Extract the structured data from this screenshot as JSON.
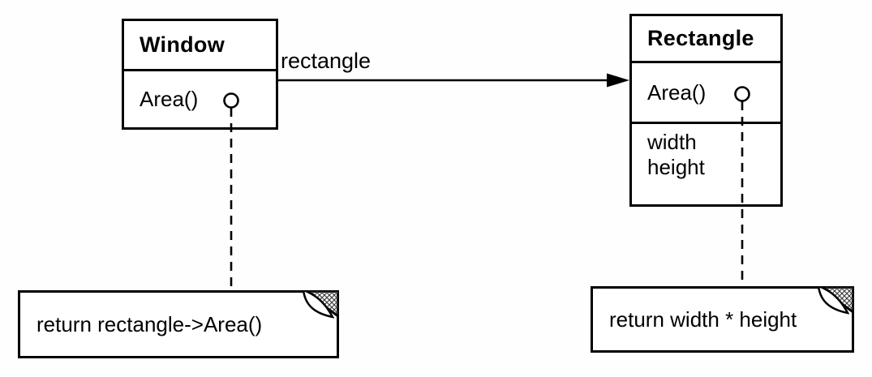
{
  "colors": {
    "ink": "#000000",
    "paper": "#ffffff",
    "fold_hatch": "#444444"
  },
  "classes": {
    "window": {
      "name": "Window",
      "operations": [
        "Area()"
      ],
      "attributes": []
    },
    "rectangle": {
      "name": "Rectangle",
      "operations": [
        "Area()"
      ],
      "attributes": [
        "width",
        "height"
      ]
    }
  },
  "association": {
    "label": "rectangle",
    "from": "Window",
    "to": "Rectangle",
    "style": "solid-arrow"
  },
  "notes": {
    "window_area": {
      "text": "return rectangle->Area()",
      "attached_to": "Window.Area()"
    },
    "rectangle_area": {
      "text": "return width * height",
      "attached_to": "Rectangle.Area()"
    }
  },
  "icons": {
    "lollipop": "annotation-connector-circle",
    "dogear": "folded-corner"
  }
}
